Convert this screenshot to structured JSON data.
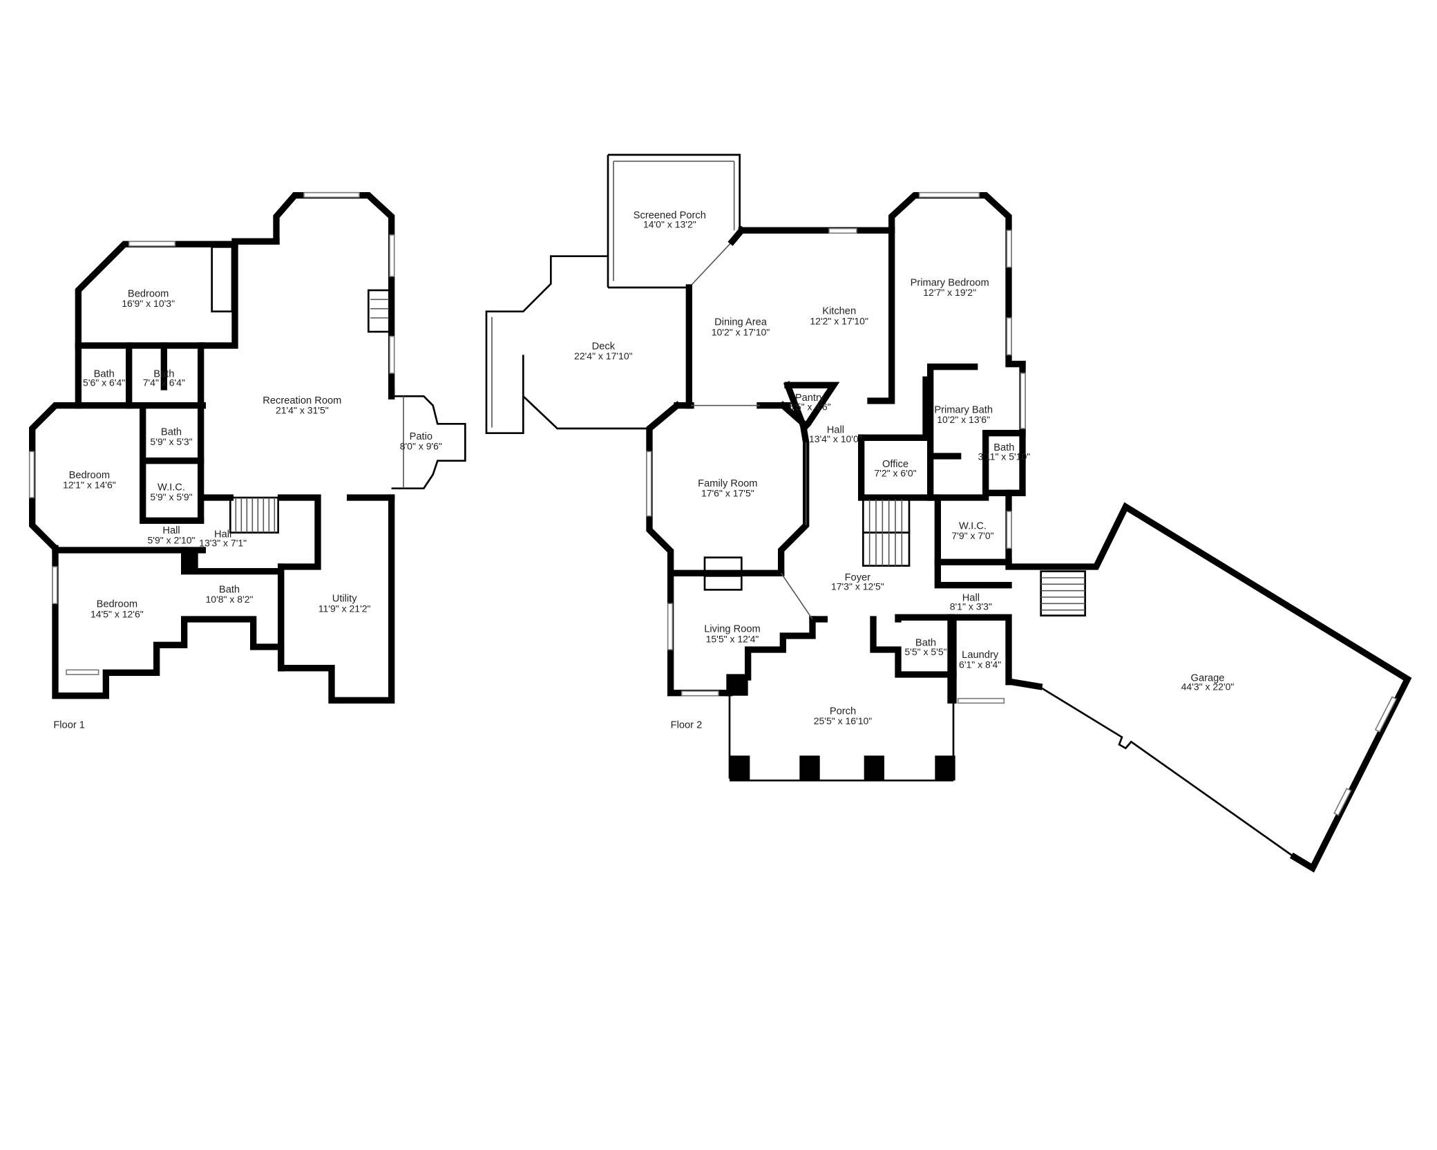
{
  "floors": [
    {
      "label": "Floor 1",
      "rooms": [
        {
          "id": "f1-bedroom-1",
          "name": "Bedroom",
          "dims": "16'9\" x 10'3\""
        },
        {
          "id": "f1-recreation-room",
          "name": "Recreation Room",
          "dims": "21'4\" x 31'5\""
        },
        {
          "id": "f1-bath-1",
          "name": "Bath",
          "dims": "5'6\" x 6'4\""
        },
        {
          "id": "f1-bath-2",
          "name": "Bath",
          "dims": "7'4\" x 6'4\""
        },
        {
          "id": "f1-bath-3",
          "name": "Bath",
          "dims": "5'9\" x 5'3\""
        },
        {
          "id": "f1-bedroom-2",
          "name": "Bedroom",
          "dims": "12'1\" x 14'6\""
        },
        {
          "id": "f1-wic",
          "name": "W.I.C.",
          "dims": "5'9\" x 5'9\""
        },
        {
          "id": "f1-patio",
          "name": "Patio",
          "dims": "8'0\" x 9'6\""
        },
        {
          "id": "f1-hall-1",
          "name": "Hall",
          "dims": "5'9\" x 2'10\""
        },
        {
          "id": "f1-hall-2",
          "name": "Hall",
          "dims": "13'3\" x 7'1\""
        },
        {
          "id": "f1-bedroom-3",
          "name": "Bedroom",
          "dims": "14'5\" x 12'6\""
        },
        {
          "id": "f1-bath-4",
          "name": "Bath",
          "dims": "10'8\" x 8'2\""
        },
        {
          "id": "f1-utility",
          "name": "Utility",
          "dims": "11'9\" x 21'2\""
        }
      ]
    },
    {
      "label": "Floor 2",
      "rooms": [
        {
          "id": "f2-screened-porch",
          "name": "Screened Porch",
          "dims": "14'0\" x 13'2\""
        },
        {
          "id": "f2-deck",
          "name": "Deck",
          "dims": "22'4\" x 17'10\""
        },
        {
          "id": "f2-dining-area",
          "name": "Dining Area",
          "dims": "10'2\" x 17'10\""
        },
        {
          "id": "f2-kitchen",
          "name": "Kitchen",
          "dims": "12'2\" x 17'10\""
        },
        {
          "id": "f2-primary-bedroom",
          "name": "Primary Bedroom",
          "dims": "12'7\" x 19'2\""
        },
        {
          "id": "f2-pantry",
          "name": "Pantry",
          "dims": "5'5\" x 4'6\""
        },
        {
          "id": "f2-primary-bath",
          "name": "Primary Bath",
          "dims": "10'2\" x 13'6\""
        },
        {
          "id": "f2-hall-1",
          "name": "Hall",
          "dims": "13'4\" x 10'0\""
        },
        {
          "id": "f2-bath-1",
          "name": "Bath",
          "dims": "3'11\" x 5'10\""
        },
        {
          "id": "f2-office",
          "name": "Office",
          "dims": "7'2\" x 6'0\""
        },
        {
          "id": "f2-family-room",
          "name": "Family Room",
          "dims": "17'6\" x 17'5\""
        },
        {
          "id": "f2-wic",
          "name": "W.I.C.",
          "dims": "7'9\" x 7'0\""
        },
        {
          "id": "f2-foyer",
          "name": "Foyer",
          "dims": "17'3\" x 12'5\""
        },
        {
          "id": "f2-hall-2",
          "name": "Hall",
          "dims": "8'1\" x 3'3\""
        },
        {
          "id": "f2-garage",
          "name": "Garage",
          "dims": "44'3\" x 22'0\""
        },
        {
          "id": "f2-living-room",
          "name": "Living Room",
          "dims": "15'5\" x 12'4\""
        },
        {
          "id": "f2-bath-2",
          "name": "Bath",
          "dims": "5'5\" x 5'5\""
        },
        {
          "id": "f2-laundry",
          "name": "Laundry",
          "dims": "6'1\" x 8'4\""
        },
        {
          "id": "f2-porch",
          "name": "Porch",
          "dims": "25'5\" x 16'10\""
        }
      ]
    }
  ]
}
